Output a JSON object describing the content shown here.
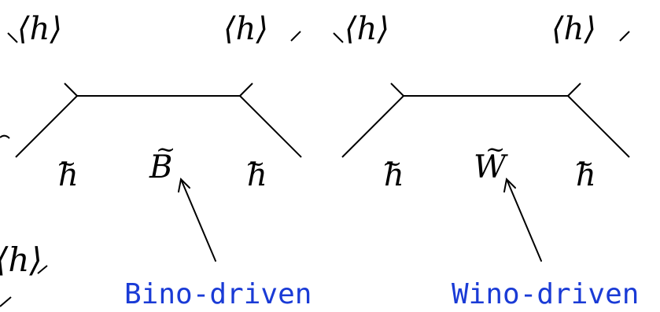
{
  "diagram": {
    "left_vertex": {
      "vev_left": "⟨h⟩",
      "vev_right": "⟨h⟩",
      "fermion_left": "h",
      "propagator": "B",
      "fermion_right": "h",
      "caption": "Bino-driven"
    },
    "right_vertex": {
      "vev_left": "⟨h⟩",
      "vev_right": "⟨h⟩",
      "fermion_left": "h",
      "propagator": "W",
      "fermion_right": "h",
      "caption": "Wino-driven"
    },
    "partial_left": {
      "vev": "⟨h⟩"
    },
    "tilde": "~",
    "colors": {
      "caption": "#1a3bd6",
      "line": "#000000"
    }
  }
}
